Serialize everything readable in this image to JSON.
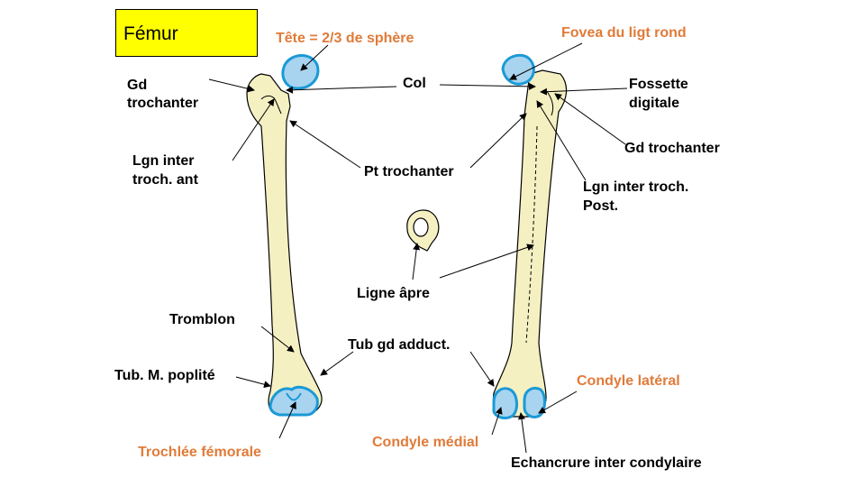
{
  "title": "Fémur",
  "colors": {
    "bone": "#f5f0c2",
    "cartilage": "#a8d4f0",
    "cartilage_outline": "#1a9ad6",
    "orange_label": "#e07b39",
    "title_bg": "#ffff00"
  },
  "labels": {
    "tete": "Tête = 2/3 de sphère",
    "gd_trochanter_left_1": "Gd",
    "gd_trochanter_left_2": "trochanter",
    "col": "Col",
    "lgn_inter_ant_1": "Lgn inter",
    "lgn_inter_ant_2": "troch. ant",
    "pt_trochanter": "Pt trochanter",
    "tromblon": "Tromblon",
    "tub_popliteus": "Tub. M. poplité",
    "trochlee": "Trochlée fémorale",
    "fovea": "Fovea du ligt rond",
    "fossette_1": "Fossette",
    "fossette_2": "digitale",
    "gd_trochanter_right": "Gd trochanter",
    "lgn_inter_post_1": "Lgn inter troch.",
    "lgn_inter_post_2": "Post.",
    "ligne_apre": "Ligne âpre",
    "tub_gd_adduct": "Tub gd adduct.",
    "condyle_lateral": "Condyle latéral",
    "condyle_medial": "Condyle médial",
    "echancrure": "Echancrure inter condylaire"
  }
}
